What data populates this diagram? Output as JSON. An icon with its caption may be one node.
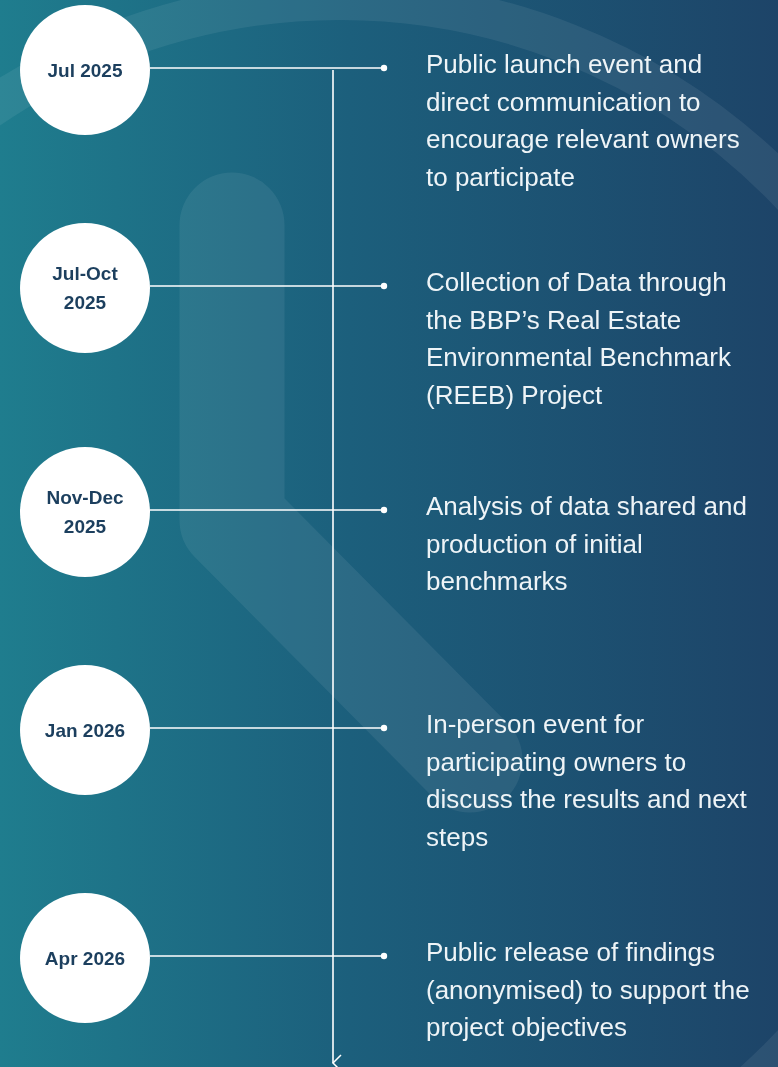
{
  "diagram": {
    "nodes": [
      {
        "text": [
          "Jul 2025"
        ]
      },
      {
        "text": [
          "Public launch event and direct communication to encourage relevant owners to participate"
        ]
      },
      {
        "text": [
          "Jul-Oct 2025"
        ]
      },
      {
        "text": [
          "Collection of Data through the BBP’s Real Estate Environmental Benchmark (REEB) Project"
        ]
      },
      {
        "text": [
          "Nov-Dec 2025"
        ]
      },
      {
        "text": [
          "Analysis of data shared and production of initial benchmarks"
        ]
      },
      {
        "text": [
          "Jan 2026"
        ]
      },
      {
        "text": [
          "In-person event for participating owners to discuss the results and next steps"
        ]
      },
      {
        "text": [
          "Apr 2026"
        ]
      },
      {
        "text": [
          "Public release of findings (anonymised) to support the project objectives"
        ]
      }
    ],
    "edges": [
      {
        "from": 0,
        "to": 1,
        "arrow": "other"
      },
      {
        "from": 2,
        "to": 3,
        "arrow": "other"
      },
      {
        "from": 4,
        "to": 5,
        "arrow": "other"
      },
      {
        "from": 6,
        "to": 7,
        "arrow": "other"
      },
      {
        "from": 8,
        "to": 9,
        "arrow": "other"
      }
    ]
  }
}
